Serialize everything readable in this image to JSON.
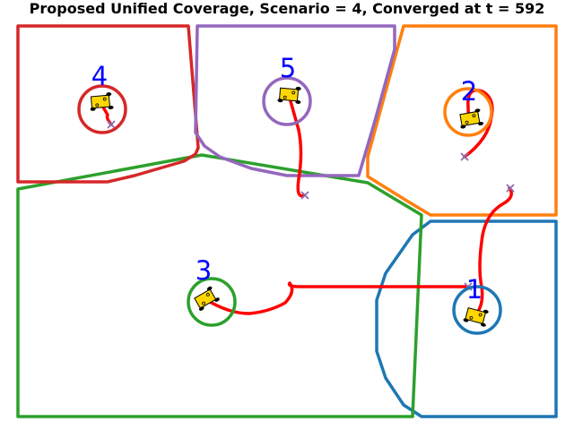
{
  "title": "Proposed Unified Coverage, Scenario = 4, Converged at t = 592",
  "colors": {
    "region_1": "#1f77b4",
    "region_2": "#ff7f0e",
    "region_3": "#2ca02c",
    "region_4": "#d62728",
    "region_5": "#9467bd",
    "trajectory": "#ff0000",
    "start_marker": "#8c6bb1",
    "robot_body": "#ffd700",
    "agent_label": "#0000ff"
  },
  "icons": {
    "robot": "robot-car-icon",
    "start": "x-mark-icon"
  },
  "agents": [
    {
      "id": "1",
      "label": "1",
      "color_key": "region_1"
    },
    {
      "id": "2",
      "label": "2",
      "color_key": "region_2"
    },
    {
      "id": "3",
      "label": "3",
      "color_key": "region_3"
    },
    {
      "id": "4",
      "label": "4",
      "color_key": "region_4"
    },
    {
      "id": "5",
      "label": "5",
      "color_key": "region_5"
    }
  ]
}
